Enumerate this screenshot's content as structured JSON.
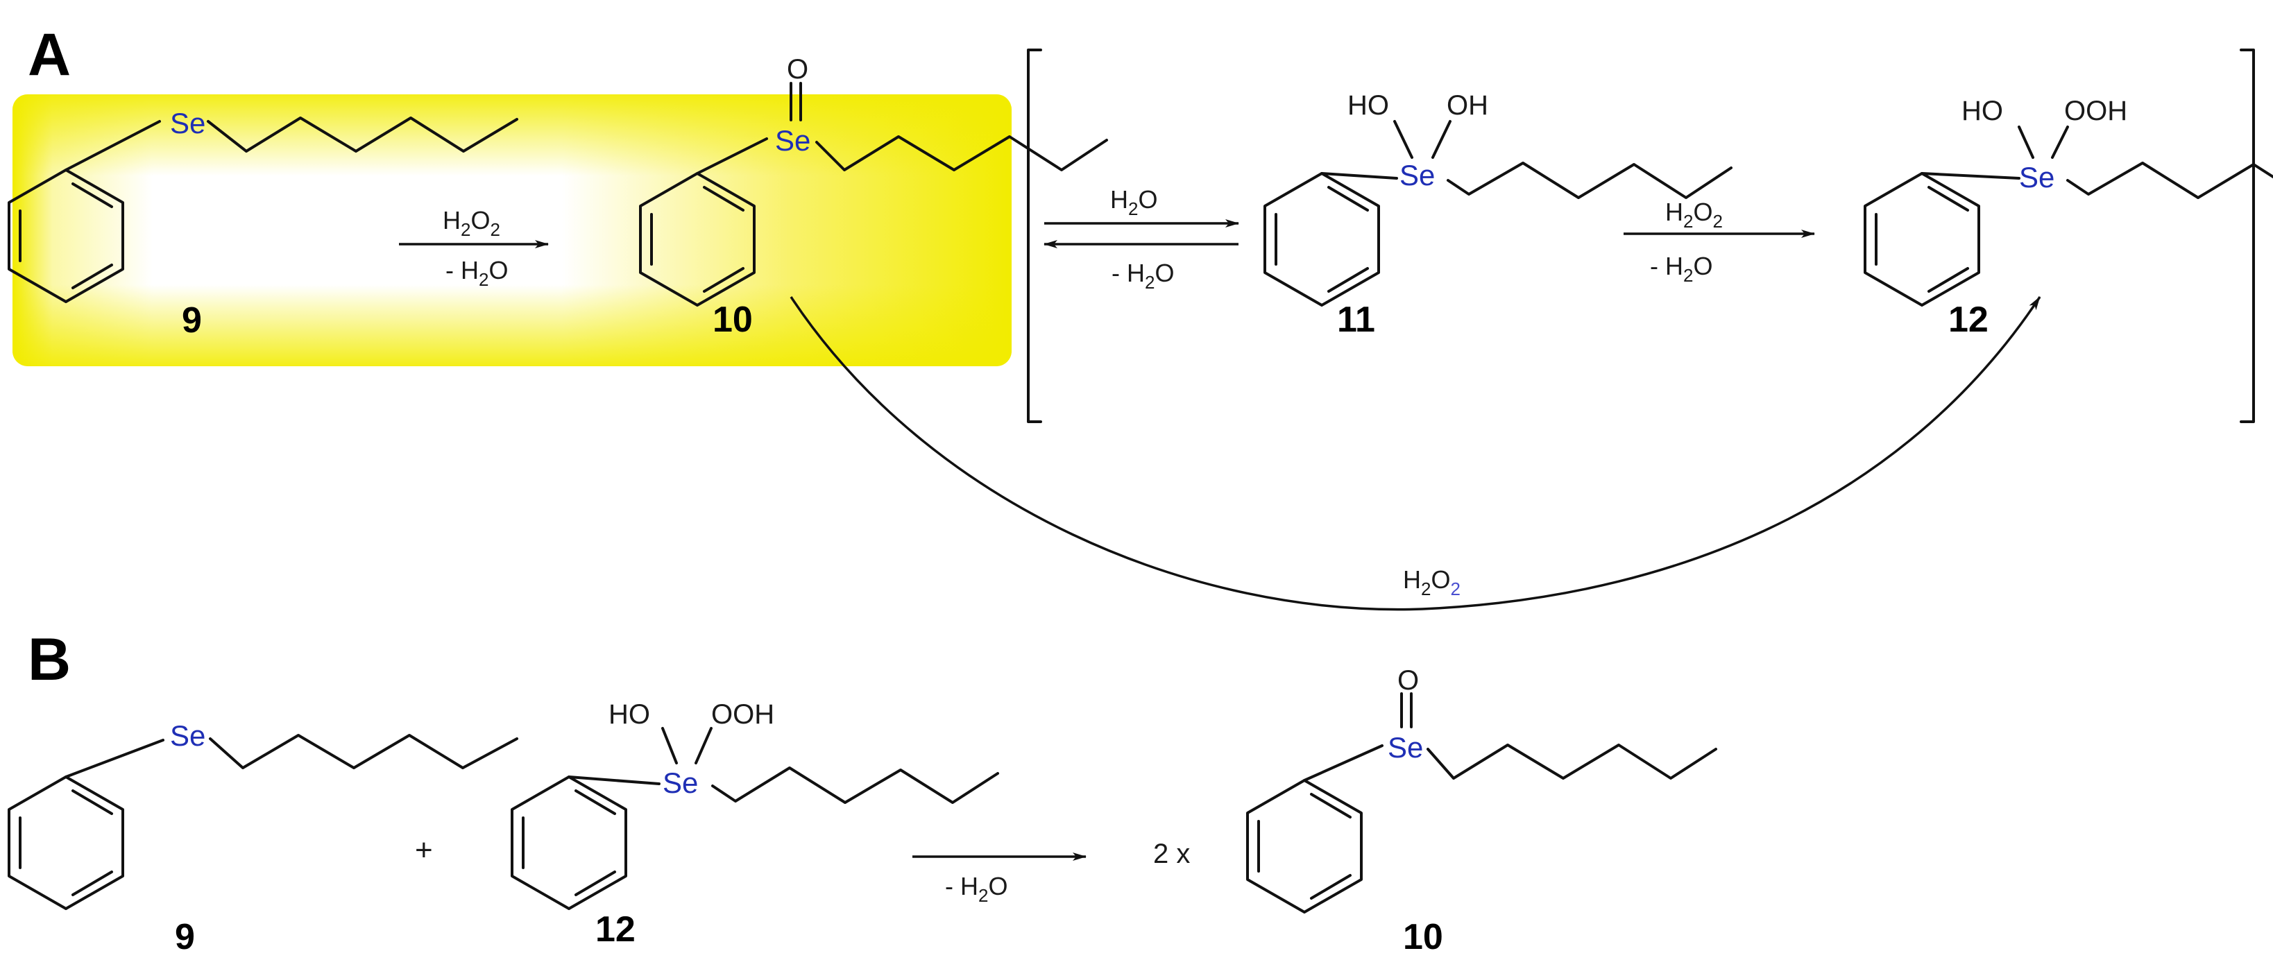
{
  "panels": {
    "a": "A",
    "b": "B"
  },
  "colors": {
    "selenium": "#1f2fb5",
    "highlight": "#f2ec00",
    "subscript_accent": "#4a4fd0"
  },
  "atoms": {
    "se": "Se",
    "o": "O",
    "oh": "OH",
    "ho": "HO",
    "ooh": "OOH"
  },
  "compounds": {
    "c9": "9",
    "c10": "10",
    "c11": "11",
    "c12": "12"
  },
  "reagents": {
    "h2o2": {
      "h": "H",
      "two": "2",
      "o": "O",
      "two_b": "2"
    },
    "minus_h2o": {
      "minus_h": "- H",
      "two": "2",
      "o": "O"
    },
    "h2o": {
      "h": "H",
      "two": "2",
      "o": "O"
    }
  },
  "panel_b": {
    "plus": "+",
    "two_x": "2 x"
  }
}
